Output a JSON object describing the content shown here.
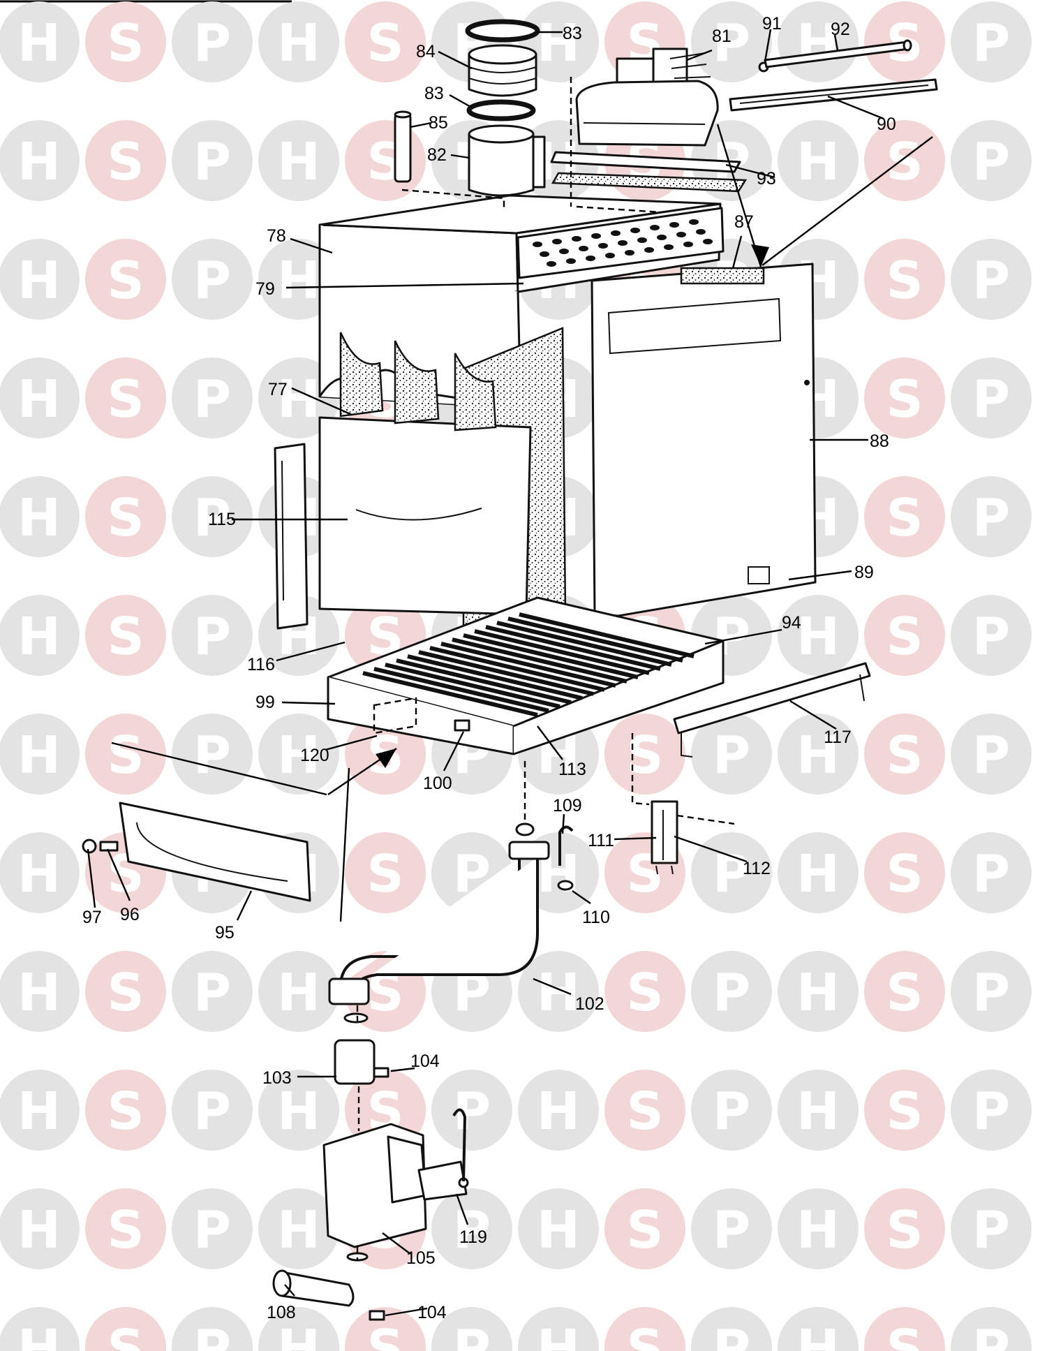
{
  "watermark": {
    "letters": [
      "H",
      "S",
      "P"
    ],
    "colors": {
      "grey": "#e3e3e3",
      "pink": "#f3d6d6"
    }
  },
  "callouts": [
    {
      "label": "83"
    },
    {
      "label": "84"
    },
    {
      "label": "83"
    },
    {
      "label": "81"
    },
    {
      "label": "91"
    },
    {
      "label": "92"
    },
    {
      "label": "85"
    },
    {
      "label": "82"
    },
    {
      "label": "90"
    },
    {
      "label": "93"
    },
    {
      "label": "78"
    },
    {
      "label": "87"
    },
    {
      "label": "79"
    },
    {
      "label": "77"
    },
    {
      "label": "88"
    },
    {
      "label": "115"
    },
    {
      "label": "89"
    },
    {
      "label": "94"
    },
    {
      "label": "116"
    },
    {
      "label": "99"
    },
    {
      "label": "117"
    },
    {
      "label": "120"
    },
    {
      "label": "113"
    },
    {
      "label": "100"
    },
    {
      "label": "109"
    },
    {
      "label": "111"
    },
    {
      "label": "112"
    },
    {
      "label": "97"
    },
    {
      "label": "96"
    },
    {
      "label": "95"
    },
    {
      "label": "110"
    },
    {
      "label": "102"
    },
    {
      "label": "103"
    },
    {
      "label": "104"
    },
    {
      "label": "119"
    },
    {
      "label": "105"
    },
    {
      "label": "108"
    },
    {
      "label": "104"
    }
  ]
}
